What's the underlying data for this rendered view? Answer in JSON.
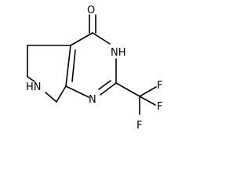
{
  "molecule": {
    "atoms": {
      "oxygen": "O",
      "nh_pyrimidinone": "NH",
      "n_pyrimidine": "N",
      "nh_piperidine": "HN",
      "fluorine_top": "F",
      "fluorine_right": "F",
      "fluorine_bottom": "F"
    },
    "colors": {
      "line": "#000000",
      "text": "#000000",
      "background": "#ffffff"
    }
  }
}
